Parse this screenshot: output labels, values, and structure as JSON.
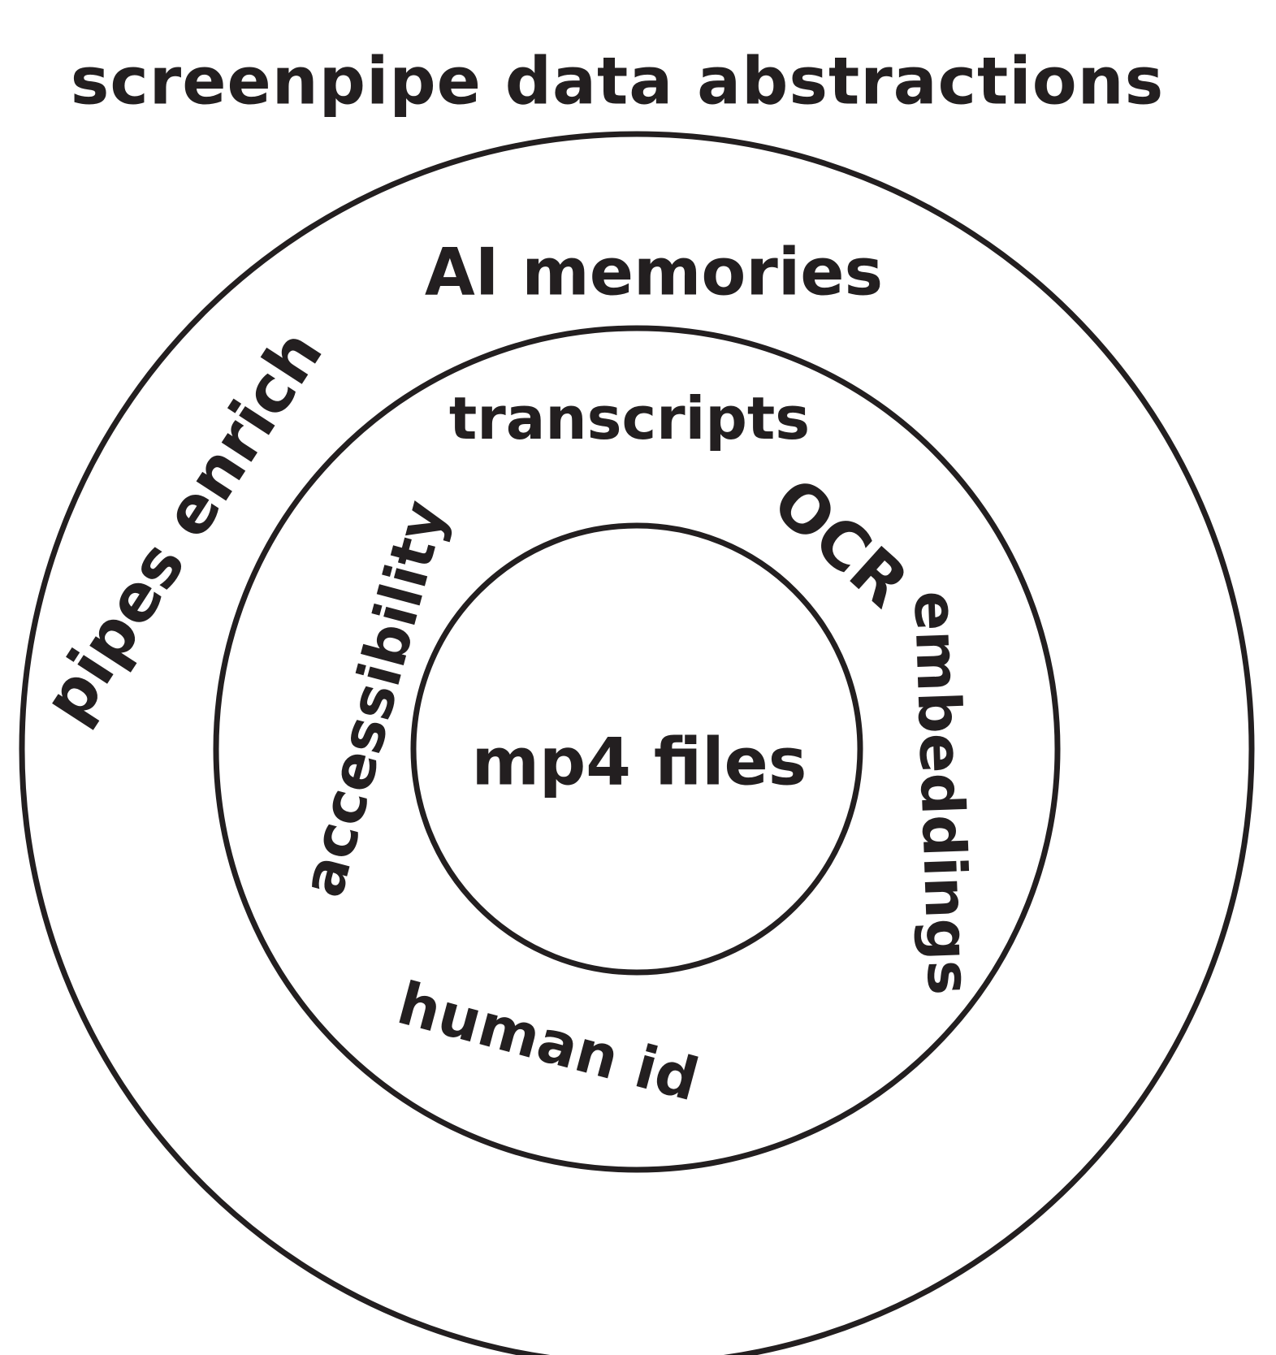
{
  "diagram": {
    "title": "screenpipe data abstractions",
    "rings": {
      "outer": {
        "top_label": "AI memories",
        "side_label": "pipes enrich"
      },
      "middle": {
        "top_label": "transcripts",
        "left_label": "accessibility",
        "upper_right_label": "OCR",
        "right_label": "embeddings",
        "bottom_label": "human id"
      },
      "inner": {
        "center_label": "mp4 files"
      }
    },
    "colors": {
      "ink": "#231f20",
      "background": "#ffffff"
    }
  }
}
